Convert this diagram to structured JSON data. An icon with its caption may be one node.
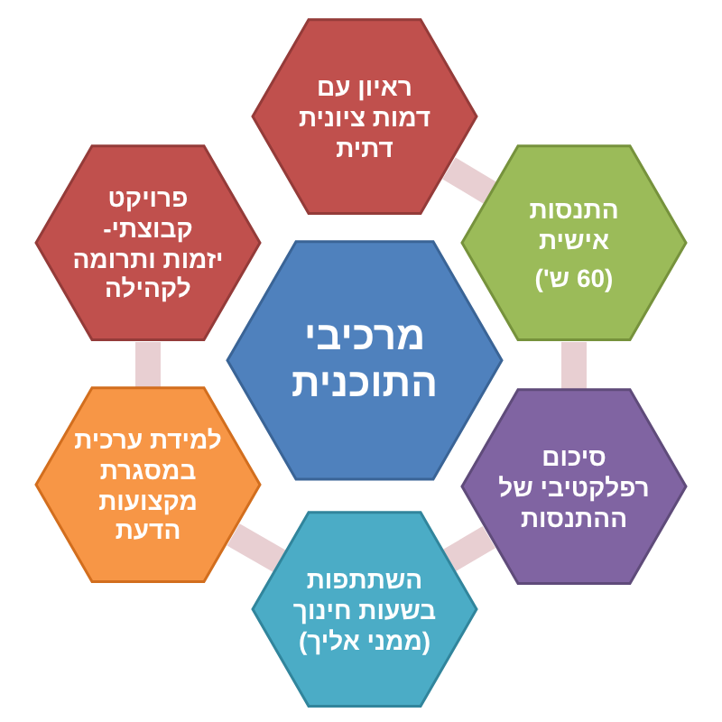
{
  "diagram": {
    "nodes": [
      {
        "text": [
          "מרכיבי התוכנית"
        ]
      },
      {
        "text": [
          "ראיון עם דמות ציונית דתית"
        ]
      },
      {
        "text": [
          "התנסות אישית",
          "(60 ש')"
        ]
      },
      {
        "text": [
          "סיכום רפלקטיבי של ההתנסות"
        ]
      },
      {
        "text": [
          "השתתפות בשעות חינוך (ממני אליך)"
        ]
      },
      {
        "text": [
          "למידת ערכית במסגרת מקצועות הדעת"
        ]
      },
      {
        "text": [
          "פרויקט קבוצתי- יזמות ותרומה לקהילה"
        ]
      }
    ],
    "edges": [
      {
        "from": 1,
        "to": 2,
        "arrow": "none"
      },
      {
        "from": 2,
        "to": 3,
        "arrow": "none"
      },
      {
        "from": 3,
        "to": 4,
        "arrow": "none"
      },
      {
        "from": 4,
        "to": 5,
        "arrow": "none"
      },
      {
        "from": 5,
        "to": 6,
        "arrow": "none"
      }
    ]
  }
}
